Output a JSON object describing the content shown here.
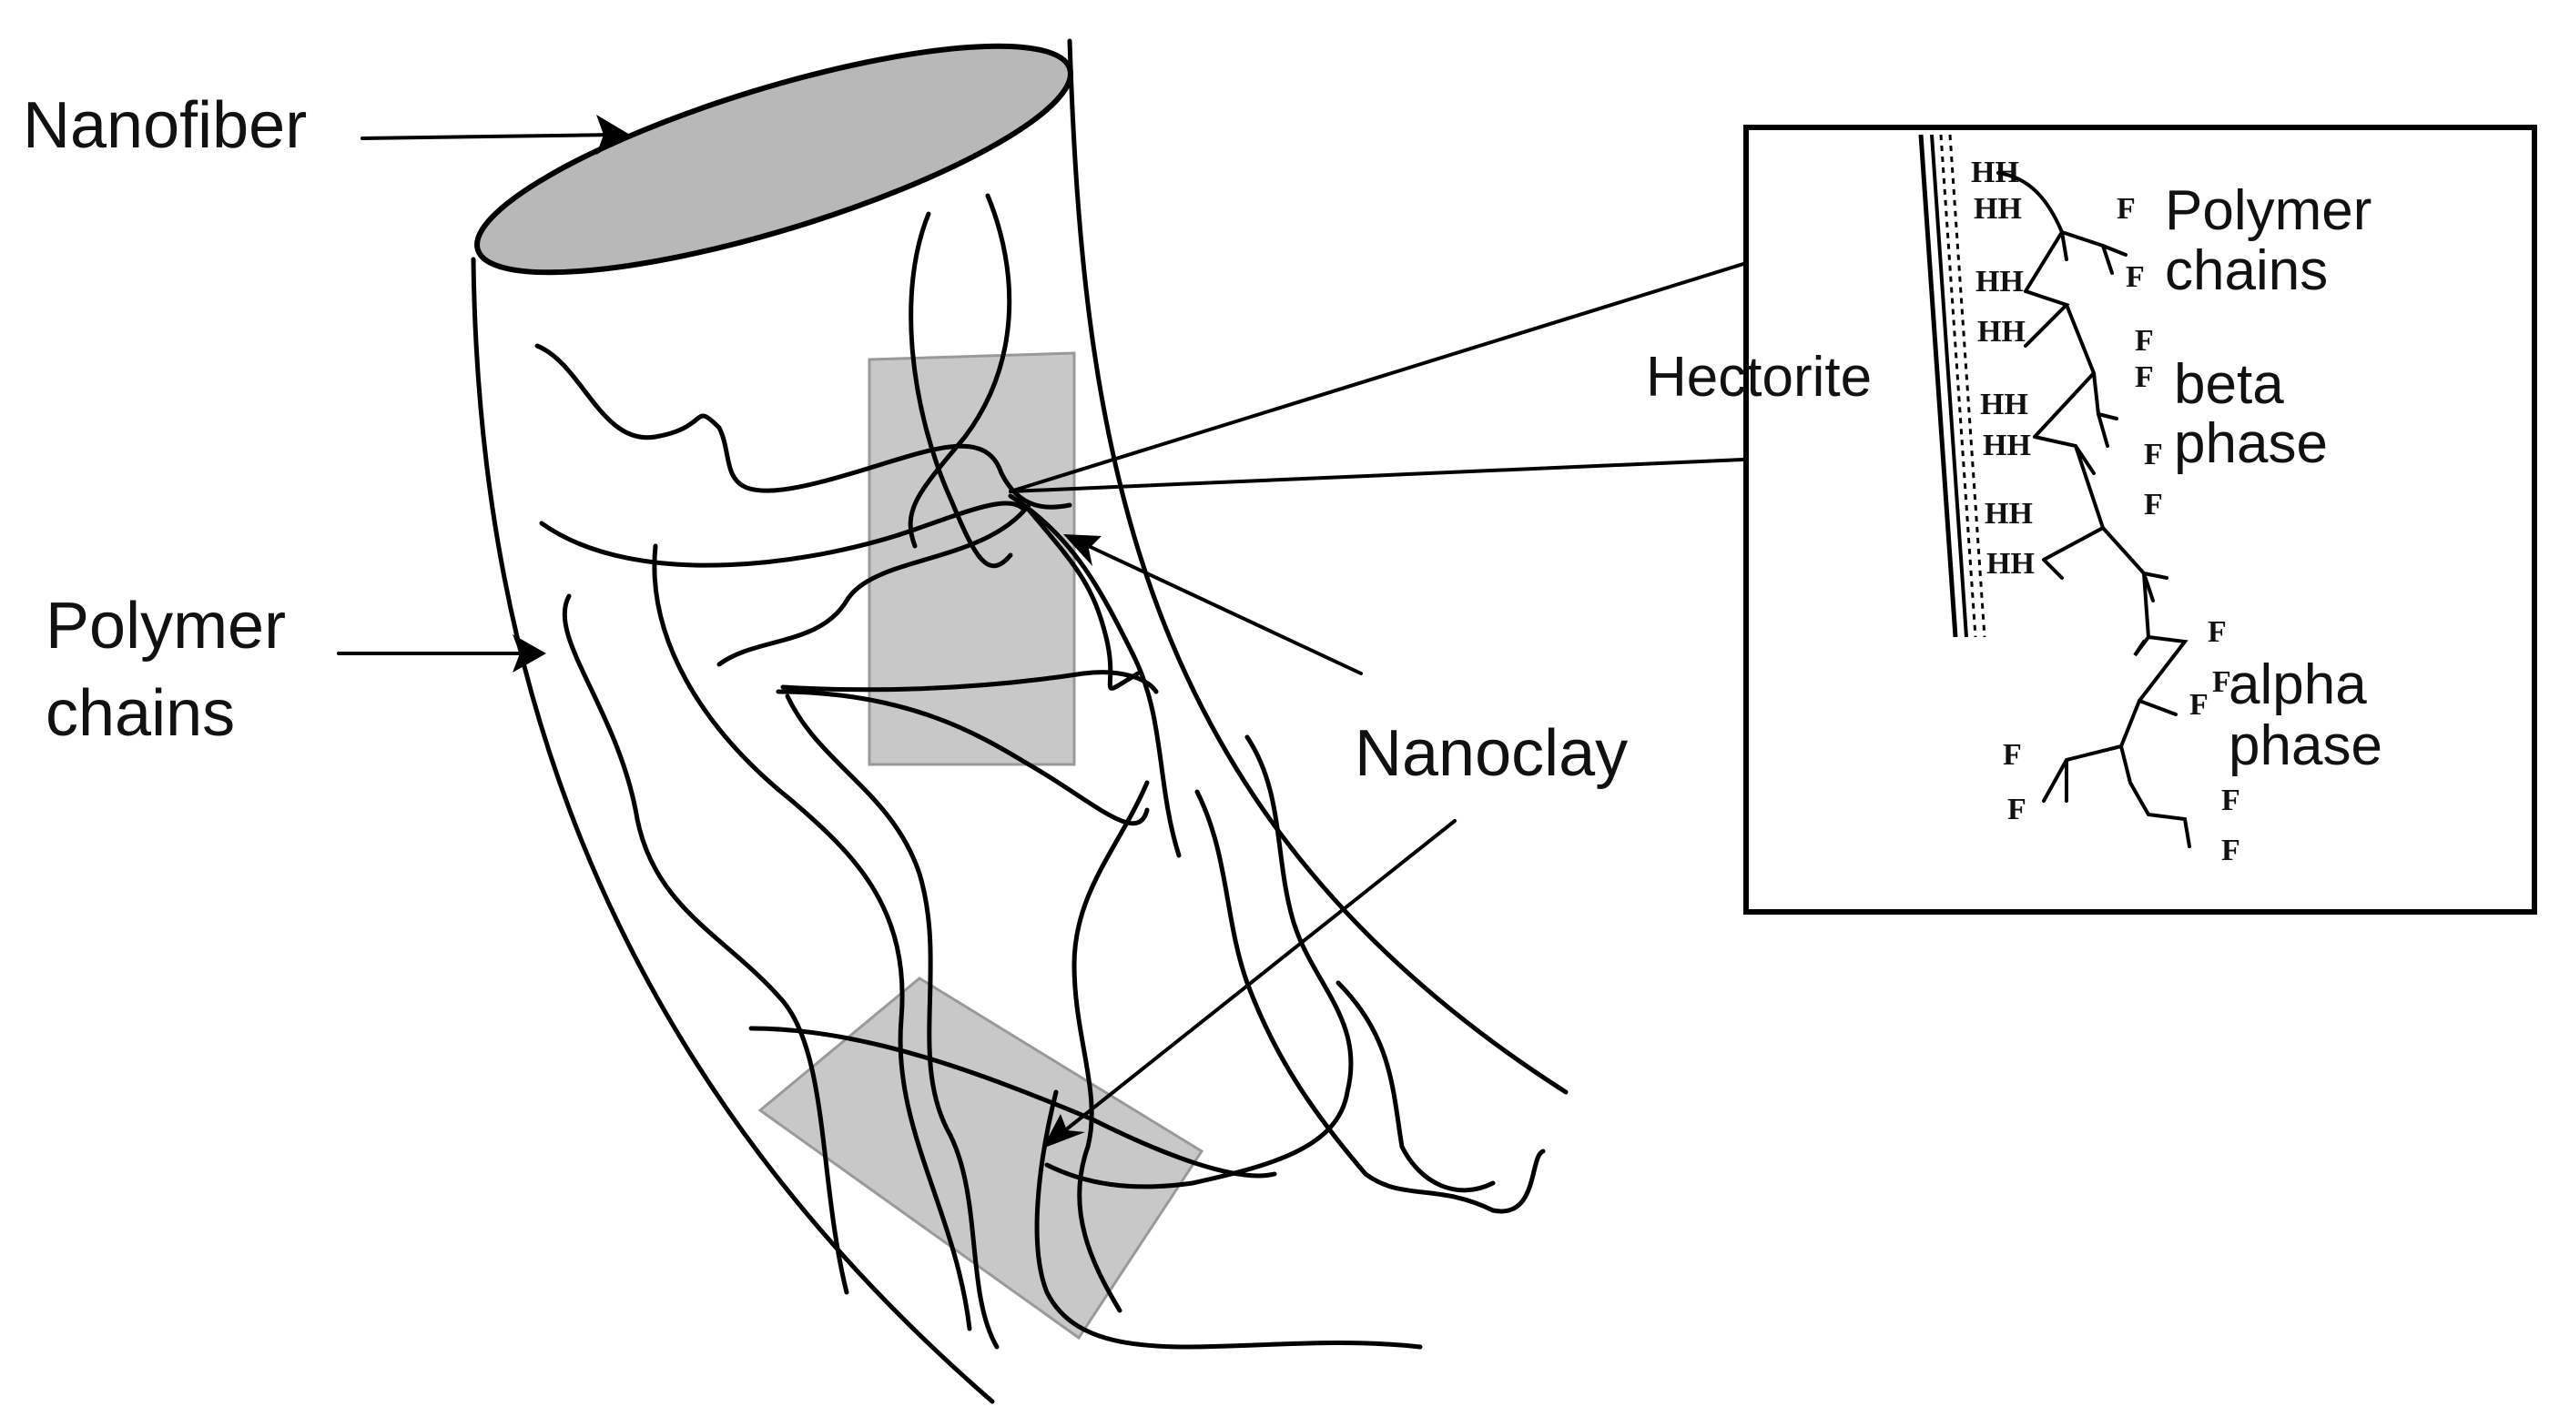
{
  "labels": {
    "nanofiber": "Nanofiber",
    "polymer_chains_left_line1": "Polymer",
    "polymer_chains_left_line2": "chains",
    "nanoclay": "Nanoclay",
    "hectorite": "Hectorite",
    "polymer_chains_inset_line1": "Polymer",
    "polymer_chains_inset_line2": "chains",
    "beta_phase_line1": "beta",
    "beta_phase_line2": "phase",
    "alpha_phase_line1": "alpha",
    "alpha_phase_line2": "phase"
  },
  "inset_atoms": {
    "hydrogen": "H",
    "fluorine": "F"
  },
  "colors": {
    "fiber_end": "#b8b8b8",
    "clay_sheet": "#c8c8c8",
    "line": "#000000"
  }
}
